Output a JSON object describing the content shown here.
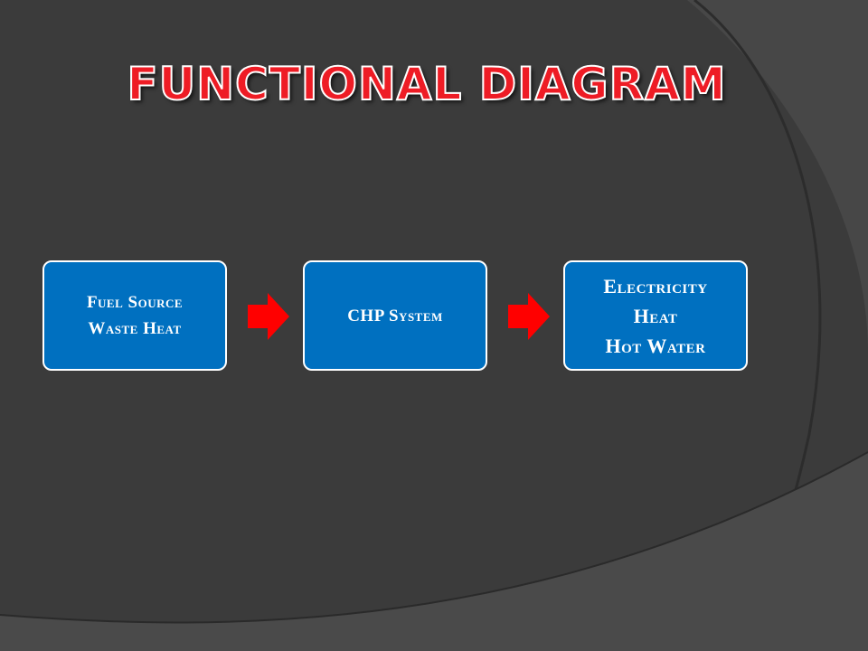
{
  "slide": {
    "title": "FUNCTIONAL DIAGRAM",
    "colors": {
      "background": "#3b3b3b",
      "title_fill": "#ee1c25",
      "title_outline": "#ffffff",
      "box_fill": "#0070c0",
      "box_border": "#ffffff",
      "arrow_fill": "#ff0000"
    }
  },
  "diagram": {
    "boxes": [
      {
        "lines": [
          "Fuel Source",
          "Waste Heat"
        ]
      },
      {
        "lines": [
          "CHP System"
        ]
      },
      {
        "lines": [
          "Electricity",
          "Heat",
          "Hot Water"
        ]
      }
    ],
    "arrows": [
      {
        "icon": "right-arrow-icon"
      },
      {
        "icon": "right-arrow-icon"
      }
    ]
  }
}
